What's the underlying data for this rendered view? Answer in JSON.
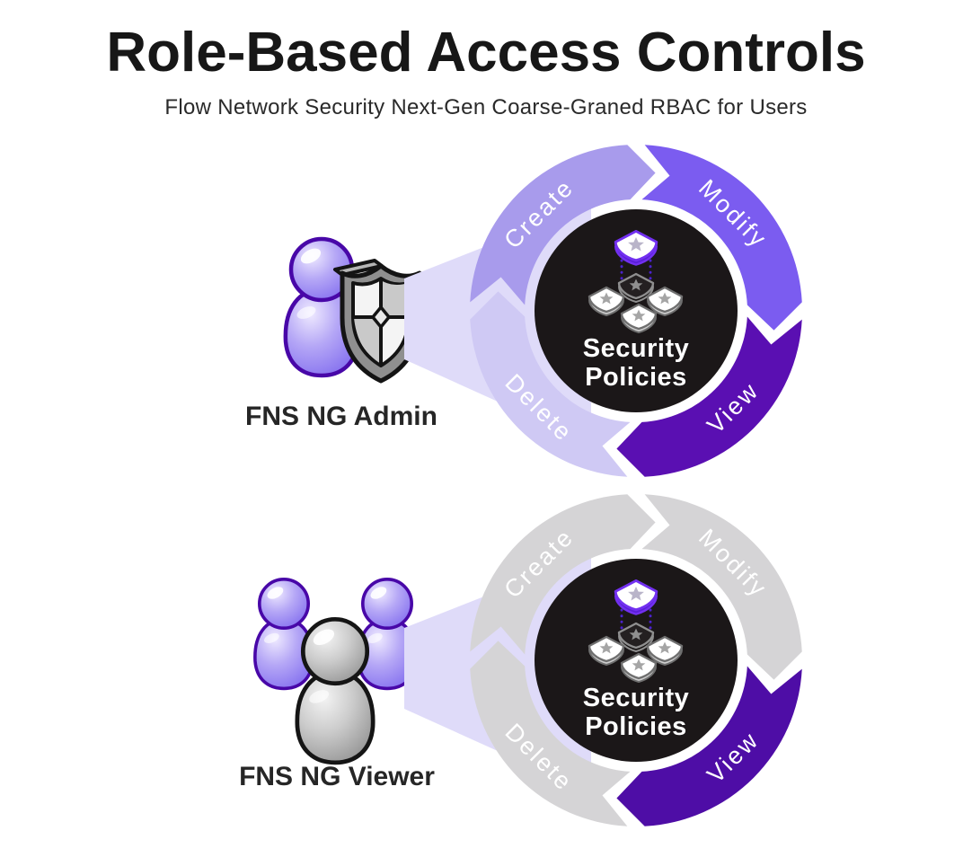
{
  "header": {
    "title": "Role-Based Access Controls",
    "subtitle": "Flow Network Security Next-Gen Coarse-Graned RBAC for Users"
  },
  "diagrams": [
    {
      "role_label": "FNS NG Admin",
      "persona_icon": "admin-user-with-shield-icon",
      "beam_color": "#dfdbf9",
      "center": {
        "icon": "security-policy-badges-icon",
        "bg": "#1b1718",
        "lines": [
          "Security",
          "Policies"
        ]
      },
      "segments": [
        {
          "label": "Create",
          "color": "#a89bec"
        },
        {
          "label": "Modify",
          "color": "#7b5cf0"
        },
        {
          "label": "View",
          "color": "#5a0fb2"
        },
        {
          "label": "Delete",
          "color": "#cfc9f4"
        }
      ]
    },
    {
      "role_label": "FNS NG Viewer",
      "persona_icon": "viewer-user-group-icon",
      "beam_color": "#dfdbf9",
      "center": {
        "icon": "security-policy-badges-icon",
        "bg": "#1b1718",
        "lines": [
          "Security",
          "Policies"
        ]
      },
      "segments": [
        {
          "label": "Create",
          "color": "#d5d4d6"
        },
        {
          "label": "Modify",
          "color": "#d5d4d6"
        },
        {
          "label": "View",
          "color": "#4e0da6"
        },
        {
          "label": "Delete",
          "color": "#d5d4d6"
        }
      ]
    }
  ]
}
